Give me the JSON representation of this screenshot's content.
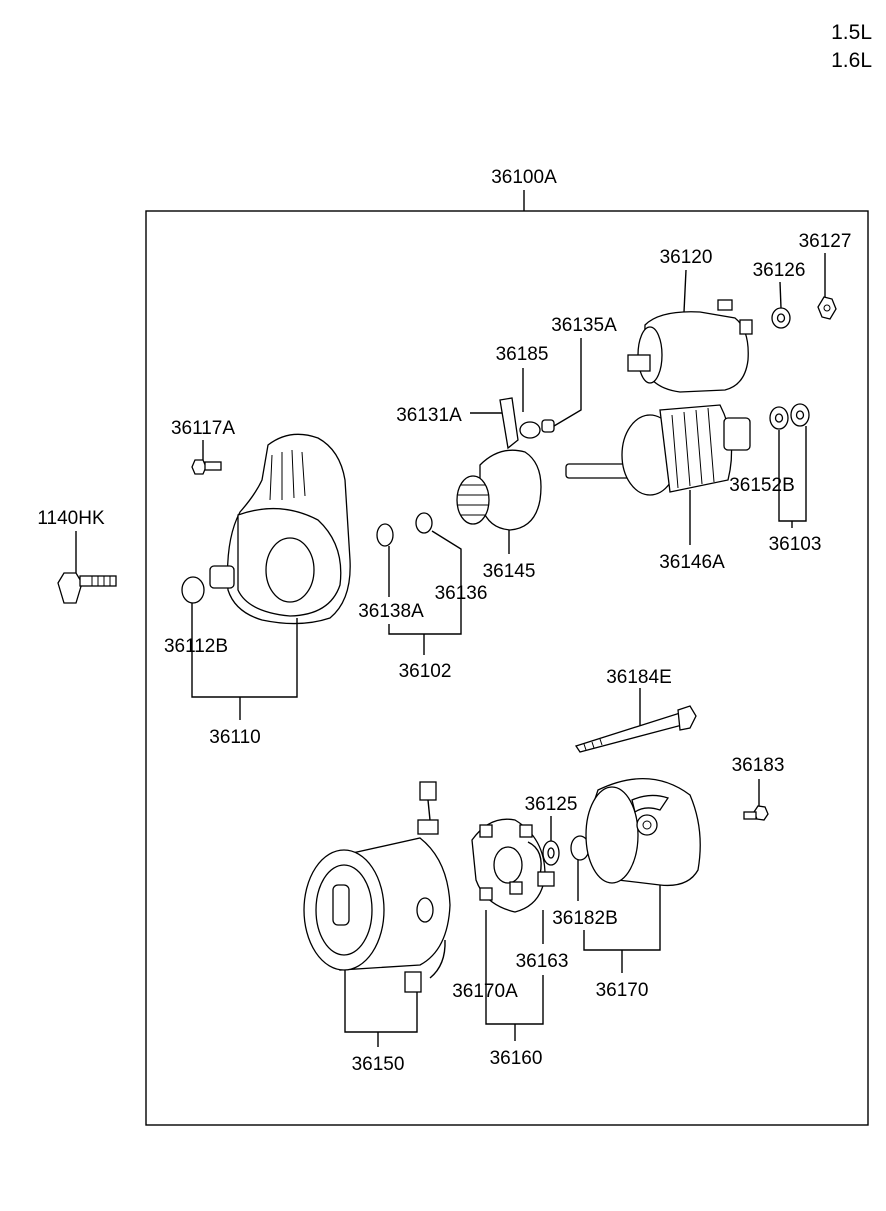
{
  "engines": [
    "1.5L",
    "1.6L"
  ],
  "labels": {
    "assembly": "36100A",
    "p36120": "36120",
    "p36127": "36127",
    "p36126": "36126",
    "p36135A": "36135A",
    "p36185": "36185",
    "p36131A": "36131A",
    "p36117A": "36117A",
    "p1140HK": "1140HK",
    "p36152B": "36152B",
    "p36103": "36103",
    "p36145": "36145",
    "p36146A": "36146A",
    "p36138A": "36138A",
    "p36136": "36136",
    "p36112B": "36112B",
    "p36102": "36102",
    "p36110": "36110",
    "p36184E": "36184E",
    "p36183": "36183",
    "p36125": "36125",
    "p36182B": "36182B",
    "p36163": "36163",
    "p36170A": "36170A",
    "p36170": "36170",
    "p36150": "36150",
    "p36160": "36160"
  }
}
